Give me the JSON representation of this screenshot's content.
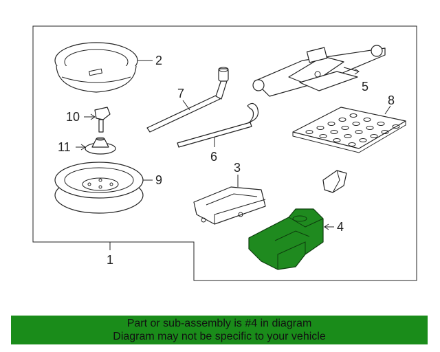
{
  "diagram": {
    "callouts": {
      "c1": "1",
      "c2": "2",
      "c3": "3",
      "c4": "4",
      "c5": "5",
      "c6": "6",
      "c7": "7",
      "c8": "8",
      "c9": "9",
      "c10": "10",
      "c11": "11"
    },
    "highlighted_part": "4",
    "colors": {
      "highlight": "#1f8a1f",
      "banner": "#1a8c1a",
      "line": "#222222"
    }
  },
  "banner": {
    "line1": "Part or sub-assembly is #4 in diagram",
    "line2": "Diagram may not be specific to your vehicle"
  }
}
